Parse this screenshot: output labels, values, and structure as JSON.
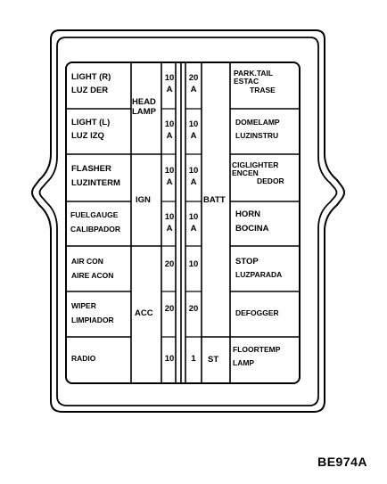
{
  "left_circuits": [
    [
      "LIGHT (R)",
      "LUZ DER"
    ],
    [
      "LIGHT (L)",
      "LUZ  IZQ"
    ],
    [
      "FLASHER",
      "LUZINTERM"
    ],
    [
      "FUELGAUGE",
      "CALIBPADOR"
    ],
    [
      "AIR CON",
      "AIRE  ACON"
    ],
    [
      "WIPER",
      "LIMPIADOR"
    ],
    [
      "RADIO"
    ]
  ],
  "right_circuits": [
    [
      "PARK.TAIL",
      "ESTAC",
      "TRASE"
    ],
    [
      "DOMELAMP",
      "LUZINSTRU"
    ],
    [
      "CIGLIGHTER",
      "ENCEN",
      "DEDOR"
    ],
    [
      "HORN",
      "BOCINA"
    ],
    [
      "STOP",
      "LUZPARADA"
    ],
    [
      "DEFOGGER"
    ],
    [
      "FLOORTEMP",
      "LAMP"
    ]
  ],
  "left_groups": {
    "headlamp": [
      "HEAD",
      "LAMP"
    ],
    "ign": "IGN",
    "acc": "ACC"
  },
  "right_groups": {
    "batt": "BATT",
    "st": "ST"
  },
  "fuse_ratings_left": [
    [
      "10",
      "A"
    ],
    [
      "10",
      "A"
    ],
    [
      "10",
      "A"
    ],
    [
      "10",
      "A"
    ],
    [
      "20"
    ],
    [
      "20"
    ],
    [
      "10"
    ]
  ],
  "fuse_ratings_right": [
    [
      "20",
      "A"
    ],
    [
      "10",
      "A"
    ],
    [
      "10",
      "A"
    ],
    [
      "10",
      "A"
    ],
    [
      "10"
    ],
    [
      "20"
    ],
    [
      "1"
    ]
  ],
  "reference_code": "BE974A"
}
